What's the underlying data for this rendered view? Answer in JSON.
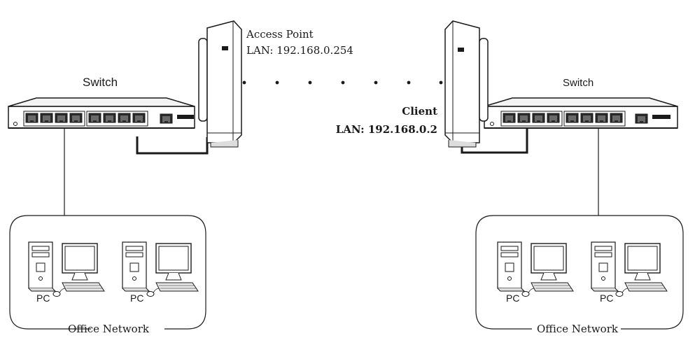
{
  "left": {
    "switch_label": "Switch",
    "ap_title": "Access Point",
    "ap_lan": "LAN: 192.168.0.254",
    "pc_labels": [
      "PC",
      "PC"
    ],
    "network_label": "Office Network"
  },
  "right": {
    "switch_label": "Switch",
    "client_title": "Client",
    "client_lan": "LAN: 192.168.0.2",
    "pc_labels": [
      "PC",
      "PC"
    ],
    "network_label": "Office Network"
  },
  "wireless_link": {
    "style": "dotted",
    "dot_count": 7
  },
  "colors": {
    "line": "#1a1a1a",
    "port": "#333333",
    "background": "#ffffff"
  },
  "icons": [
    "switch-icon",
    "access-point-icon",
    "pc-tower-icon",
    "monitor-icon",
    "keyboard-icon",
    "mouse-icon"
  ]
}
